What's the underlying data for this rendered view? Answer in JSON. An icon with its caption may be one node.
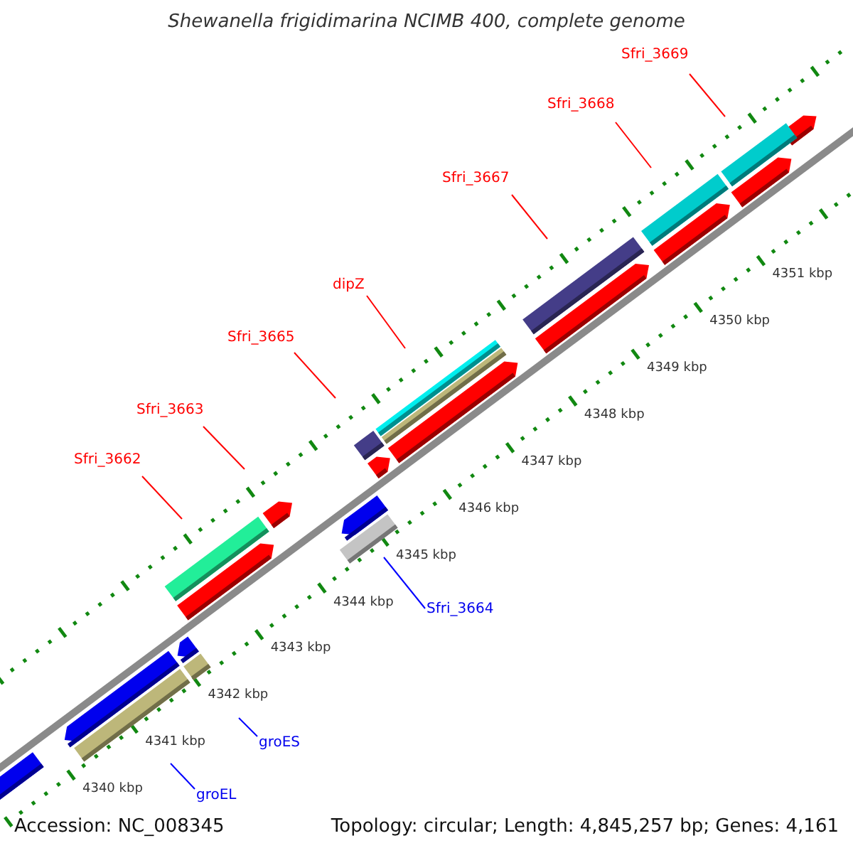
{
  "diagram": {
    "title": "Shewanella frigidimarina NCIMB 400, complete genome",
    "nodes": [
      {
        "text": [
          "Sfri_3669"
        ]
      },
      {
        "text": [
          "Sfri_3668"
        ]
      },
      {
        "text": [
          "Sfri_3667"
        ]
      },
      {
        "text": [
          "dipZ"
        ]
      },
      {
        "text": [
          "Sfri_3665"
        ]
      },
      {
        "text": [
          "Sfri_3663"
        ]
      },
      {
        "text": [
          "Sfri_3662"
        ]
      },
      {
        "text": [
          "Sfri_3664"
        ]
      },
      {
        "text": [
          "groES"
        ]
      },
      {
        "text": [
          "groEL"
        ]
      }
    ],
    "edges": [
      {
        "from": 0,
        "to": null,
        "arrow": "none"
      },
      {
        "from": 1,
        "to": null,
        "arrow": "none"
      },
      {
        "from": 2,
        "to": null,
        "arrow": "none"
      },
      {
        "from": 3,
        "to": null,
        "arrow": "none"
      },
      {
        "from": 4,
        "to": null,
        "arrow": "none"
      },
      {
        "from": 5,
        "to": null,
        "arrow": "none"
      },
      {
        "from": 6,
        "to": null,
        "arrow": "none"
      },
      {
        "from": 7,
        "to": null,
        "arrow": "none",
        "color": "#0000ff"
      },
      {
        "from": 8,
        "to": null,
        "arrow": "none",
        "color": "#0000ff"
      },
      {
        "from": 9,
        "to": null,
        "arrow": "none",
        "color": "#0000ff"
      }
    ],
    "labels": [
      "4351 kbp",
      "4350 kbp",
      "4349 kbp",
      "4348 kbp",
      "4347 kbp",
      "4346 kbp",
      "4345 kbp",
      "4344 kbp",
      "4343 kbp",
      "4342 kbp",
      "4341 kbp",
      "4340 kbp",
      "Accession: NC_008345",
      "Topology: circular; Length: 4,845,257 bp; Genes: 4,161"
    ]
  }
}
